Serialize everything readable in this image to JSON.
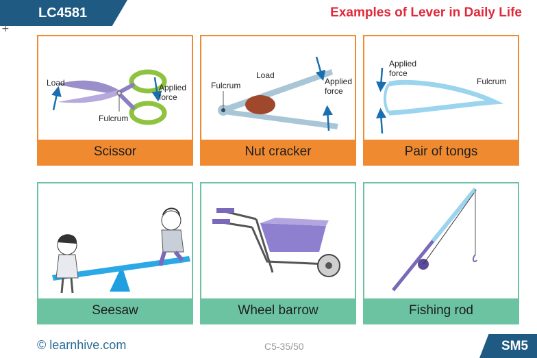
{
  "header": {
    "code": "LC4581",
    "title": "Examples of Lever in Daily Life"
  },
  "cards": [
    {
      "caption": "Scissor",
      "labels": {
        "load": "Load",
        "applied1": "Applied",
        "applied2": "force",
        "fulcrum": "Fulcrum"
      }
    },
    {
      "caption": "Nut cracker",
      "labels": {
        "fulcrum": "Fulcrum",
        "load": "Load",
        "applied1": "Applied",
        "applied2": "force"
      }
    },
    {
      "caption": "Pair of tongs",
      "labels": {
        "applied1": "Applied",
        "applied2": "force",
        "fulcrum": "Fulcrum"
      }
    },
    {
      "caption": "Seesaw"
    },
    {
      "caption": "Wheel barrow"
    },
    {
      "caption": "Fishing rod"
    }
  ],
  "footer": {
    "site": "© learnhive.com",
    "page": "C5-35/50",
    "badge": "SM5"
  },
  "colors": {
    "header_blue": "#1f5a82",
    "title_red": "#e0293a",
    "orange": "#f08a31",
    "green": "#6cc3a1"
  }
}
